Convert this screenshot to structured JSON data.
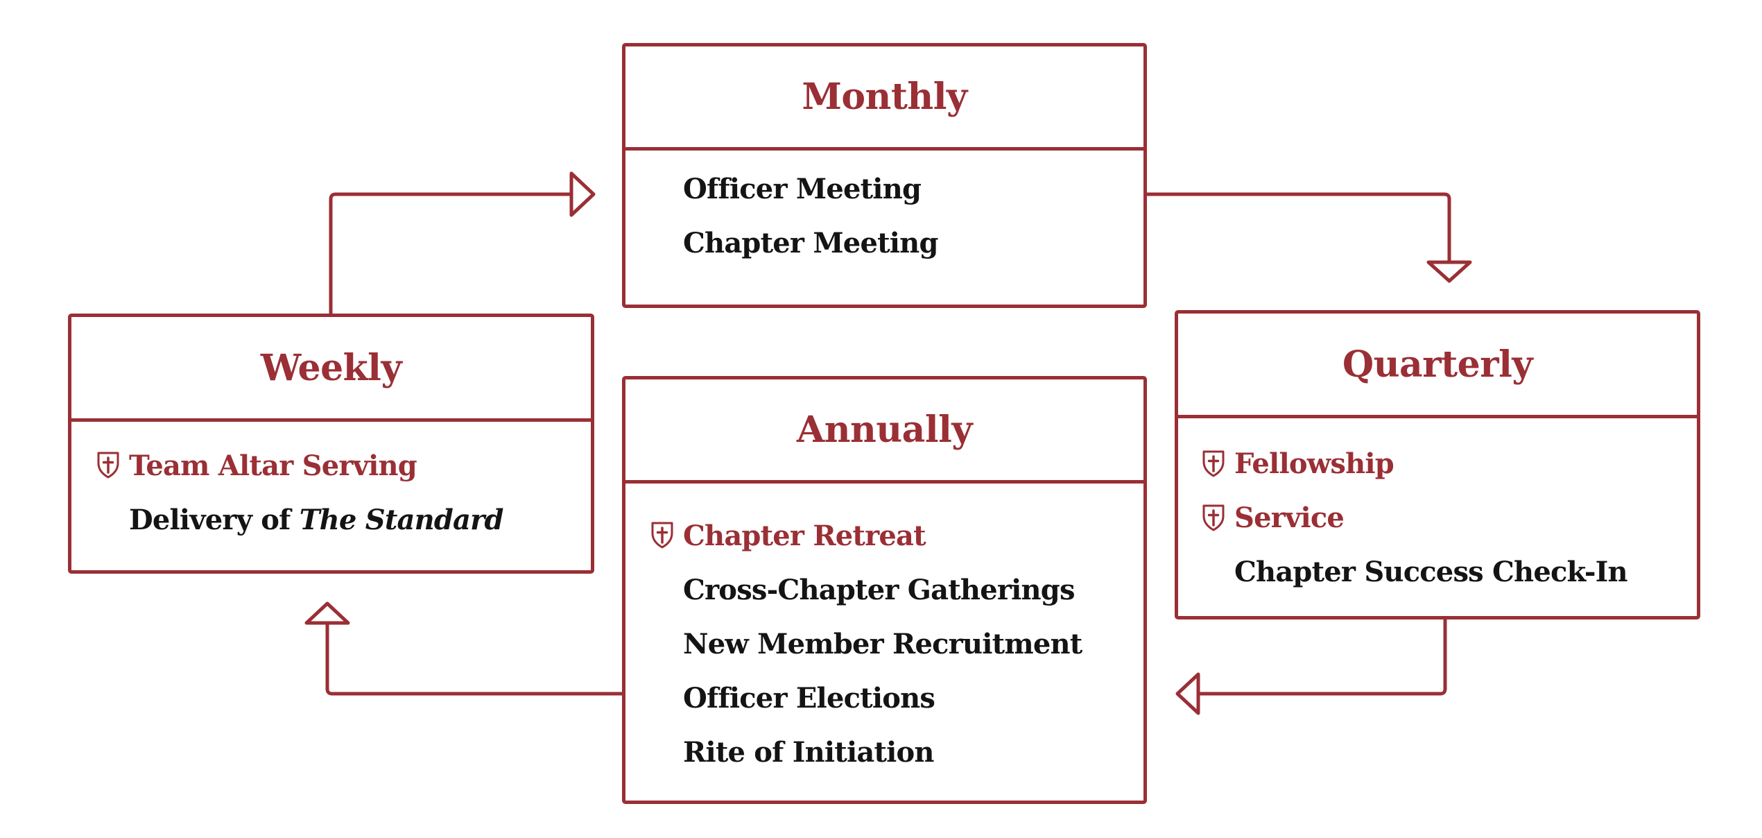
{
  "colors": {
    "accent": "#9a2f35",
    "text": "#141414",
    "background": "#ffffff"
  },
  "boxes": {
    "monthly": {
      "title": "Monthly",
      "items": [
        {
          "text": "Officer Meeting"
        },
        {
          "text": "Chapter Meeting"
        }
      ]
    },
    "weekly": {
      "title": "Weekly",
      "items": [
        {
          "text": "Team Altar Serving",
          "icon": "shield-cross-icon"
        },
        {
          "text": "Delivery of ",
          "italic": "The Standard"
        }
      ]
    },
    "annually": {
      "title": "Annually",
      "items": [
        {
          "text": "Chapter Retreat",
          "icon": "shield-cross-icon"
        },
        {
          "text": "Cross-Chapter Gatherings"
        },
        {
          "text": "New Member Recruitment"
        },
        {
          "text": "Officer Elections"
        },
        {
          "text": "Rite of Initiation"
        }
      ]
    },
    "quarterly": {
      "title": "Quarterly",
      "items": [
        {
          "text": "Fellowship",
          "icon": "shield-cross-icon"
        },
        {
          "text": "Service",
          "icon": "shield-cross-icon"
        },
        {
          "text": "Chapter Success Check-In"
        }
      ]
    }
  }
}
